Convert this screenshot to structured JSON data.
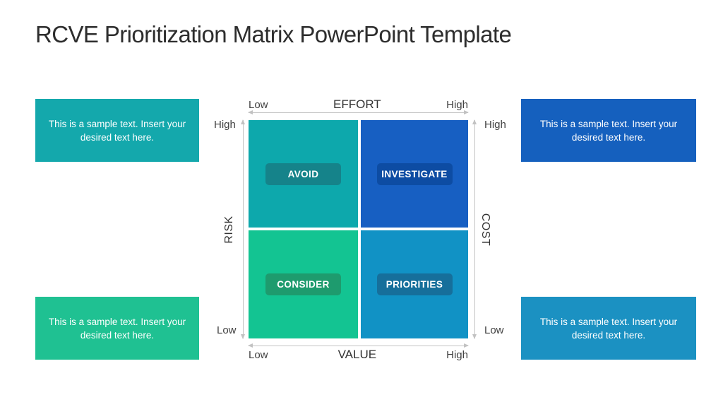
{
  "slide": {
    "title": "RCVE Prioritization Matrix PowerPoint Template"
  },
  "colors": {
    "teal": "#0DA8AC",
    "blue": "#175FC2",
    "green": "#13C492",
    "lightblue": "#1192C5",
    "teal_dark": "#15838A",
    "blue_dark": "#0D4CA3",
    "green_dark": "#1E9B6E",
    "lightblue_dark": "#166F9B",
    "callout_teal": "#14A8AC",
    "callout_blue": "#1560BE",
    "callout_green": "#1FC192",
    "callout_lightblue": "#1B91C2",
    "arrow_gray": "#c2c2c2",
    "title_text": "#2d2d2d"
  },
  "matrix": {
    "quadrants": [
      {
        "id": "avoid",
        "label": "AVOID",
        "bg": "#0DA8AC",
        "pill_bg": "#15838A"
      },
      {
        "id": "investigate",
        "label": "INVESTIGATE",
        "bg": "#175FC2",
        "pill_bg": "#0D4CA3"
      },
      {
        "id": "consider",
        "label": "CONSIDER",
        "bg": "#13C492",
        "pill_bg": "#1E9B6E"
      },
      {
        "id": "priorities",
        "label": "PRIORITIES",
        "bg": "#1192C5",
        "pill_bg": "#166F9B"
      }
    ],
    "axes": {
      "top": {
        "label": "EFFORT",
        "low": "Low",
        "high": "High"
      },
      "bottom": {
        "label": "VALUE",
        "low": "Low",
        "high": "High"
      },
      "left": {
        "label": "RISK",
        "low": "Low",
        "high": "High"
      },
      "right": {
        "label": "COST",
        "low": "Low",
        "high": "High"
      }
    }
  },
  "callouts": [
    {
      "position": "top-left",
      "text": "This is a sample text. Insert your desired text here.",
      "bg": "#14A8AC"
    },
    {
      "position": "top-right",
      "text": "This is a sample text. Insert your desired text here.",
      "bg": "#1560BE"
    },
    {
      "position": "bottom-left",
      "text": "This is a sample text. Insert your desired text here.",
      "bg": "#1FC192"
    },
    {
      "position": "bottom-right",
      "text": "This is a sample text. Insert your desired text here.",
      "bg": "#1B91C2"
    }
  ]
}
